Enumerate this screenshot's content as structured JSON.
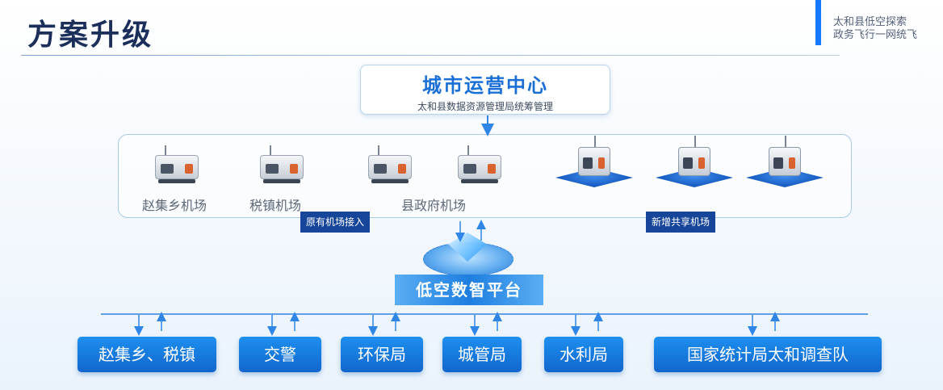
{
  "page": {
    "title": "方案升级",
    "top_right_line1": "太和县低空探索",
    "top_right_line2": "政务飞行一网统飞"
  },
  "center": {
    "title": "城市运营中心",
    "subtitle": "太和县数据资源管理局统筹管理"
  },
  "airports": {
    "labels": [
      "赵集乡机场",
      "税镇机场",
      "县政府机场"
    ],
    "tag_existing": "原有机场接入",
    "tag_new": "新增共享机场"
  },
  "platform": {
    "label": "低空数智平台"
  },
  "departments": [
    "赵集乡、税镇",
    "交警",
    "环保局",
    "城管局",
    "水利局",
    "国家统计局太和调查队"
  ],
  "icons": [
    "drone-dock-icon",
    "shared-dock-icon",
    "platform-gem-icon",
    "arrow-down-icon",
    "arrow-up-icon"
  ],
  "colors": {
    "title": "#1c2f5a",
    "accent": "#1677ff",
    "tag_bg": "#17459a",
    "dept_bg": "#1a7ae0",
    "center_title": "#1a6fd6"
  }
}
